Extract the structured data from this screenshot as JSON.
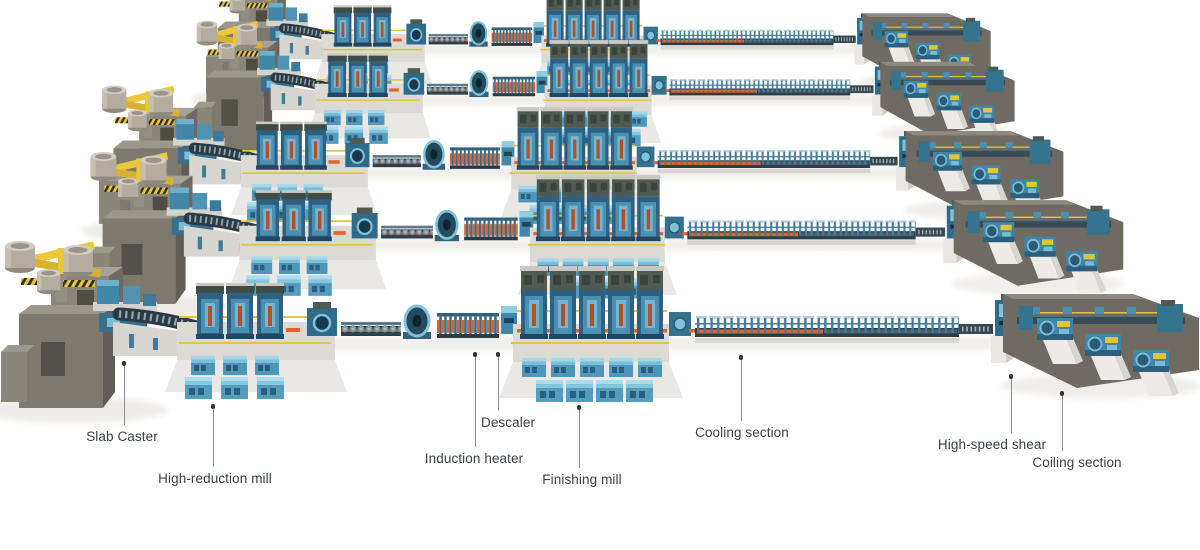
{
  "diagram": {
    "production_lines": 5,
    "labels": [
      {
        "id": "slab-caster",
        "text": "Slab Caster"
      },
      {
        "id": "high-reduction-mill",
        "text": "High-reduction mill"
      },
      {
        "id": "induction-heater",
        "text": "Induction heater"
      },
      {
        "id": "descaler",
        "text": "Descaler"
      },
      {
        "id": "finishing-mill",
        "text": "Finishing mill"
      },
      {
        "id": "cooling-section",
        "text": "Cooling section"
      },
      {
        "id": "high-speed-shear",
        "text": "High-speed shear"
      },
      {
        "id": "coiling-section",
        "text": "Coiling section"
      }
    ],
    "colors": {
      "background": "#ffffff",
      "equipment_blue": "#3f85a8",
      "machine_dark_blue": "#2e6181",
      "motor_light_blue": "#7bbeda",
      "building_gray": "#7d796f",
      "crane_yellow": "#edc73b",
      "hot_strip_orange": "#e2622b",
      "platform_gray": "#dcdad4",
      "pit_dark_gray": "#6f6b62",
      "label_text": "#3c4043"
    }
  }
}
